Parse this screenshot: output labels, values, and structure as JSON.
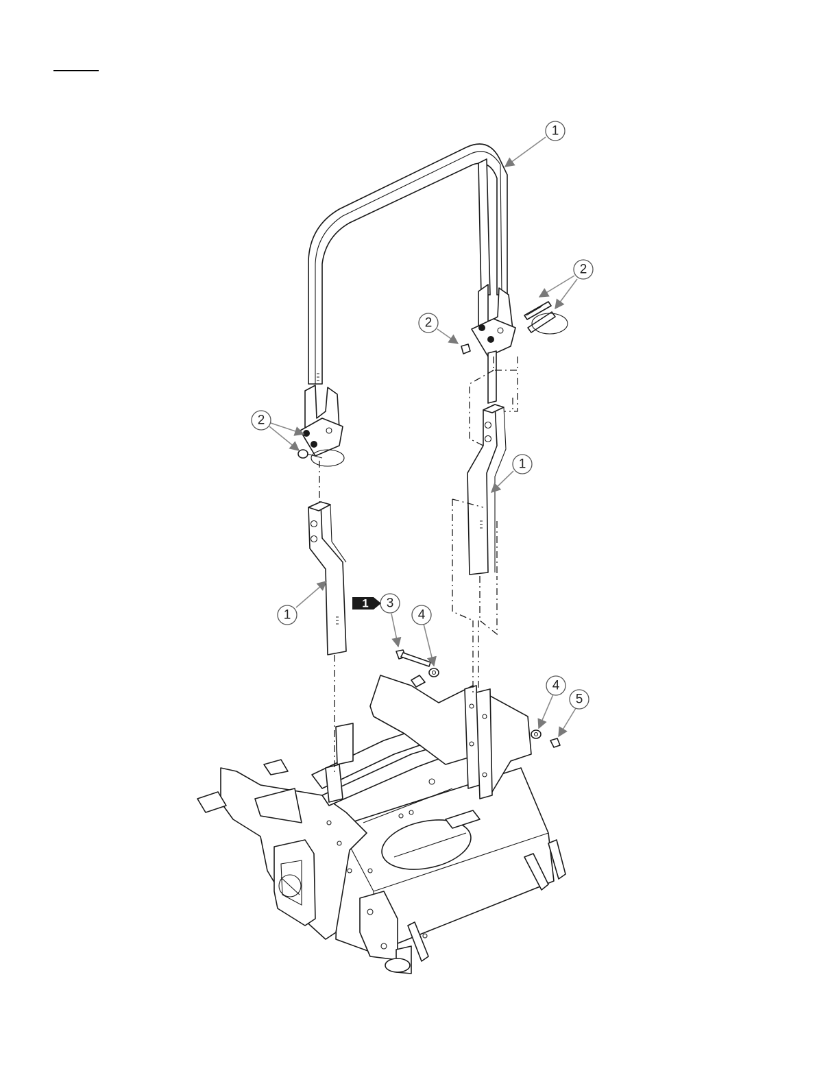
{
  "callouts": [
    {
      "label": "1"
    },
    {
      "label": "2"
    },
    {
      "label": "2"
    },
    {
      "label": "2"
    },
    {
      "label": "1"
    },
    {
      "label": "1"
    },
    {
      "label": "3"
    },
    {
      "label": "4"
    },
    {
      "label": "4"
    },
    {
      "label": "5"
    }
  ],
  "note_flag": {
    "label": "1"
  }
}
